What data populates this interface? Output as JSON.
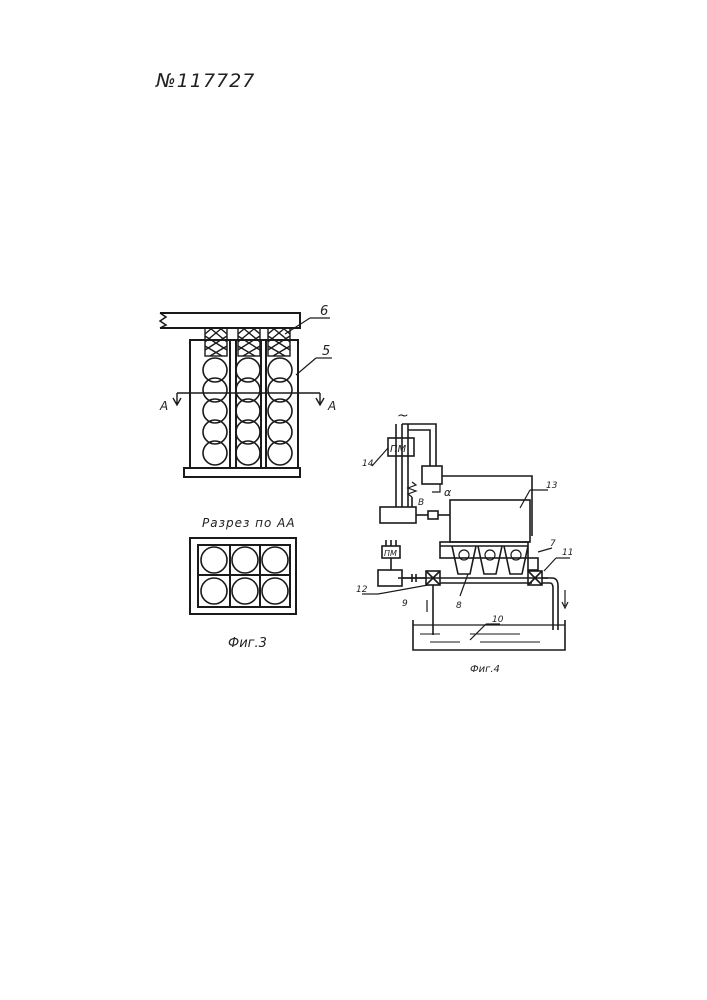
{
  "patent_number": "№117727",
  "figure3": {
    "caption": "Фиг.3",
    "section_title": "Разрез по АА",
    "section_marks": [
      "А",
      "А"
    ],
    "callouts": [
      "6",
      "5"
    ]
  },
  "figure4": {
    "caption": "Фиг.4",
    "ac_symbol": "~",
    "pm_label": "ПМ",
    "alpha_label": "α",
    "b_label": "В",
    "callouts": [
      "14",
      "13",
      "7",
      "11",
      "12",
      "9",
      "8",
      "10"
    ]
  }
}
